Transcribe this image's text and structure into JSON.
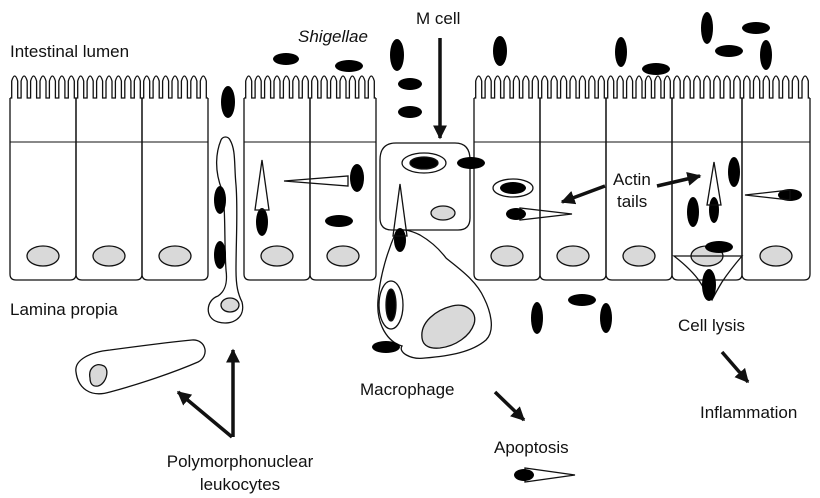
{
  "labels": {
    "intestinal_lumen": "Intestinal lumen",
    "shigellae": "Shigellae",
    "m_cell": "M cell",
    "actin_tails_line1": "Actin",
    "actin_tails_line2": "tails",
    "lamina_propia": "Lamina propia",
    "cell_lysis": "Cell lysis",
    "macrophage": "Macrophage",
    "inflammation": "Inflammation",
    "apoptosis": "Apoptosis",
    "pmn_line1": "Polymorphonuclear",
    "pmn_line2": "leukocytes"
  },
  "colors": {
    "line": "#111111",
    "nucleus_fill": "#d9d9d9",
    "bacterium_fill": "#000000",
    "background": "#ffffff"
  }
}
